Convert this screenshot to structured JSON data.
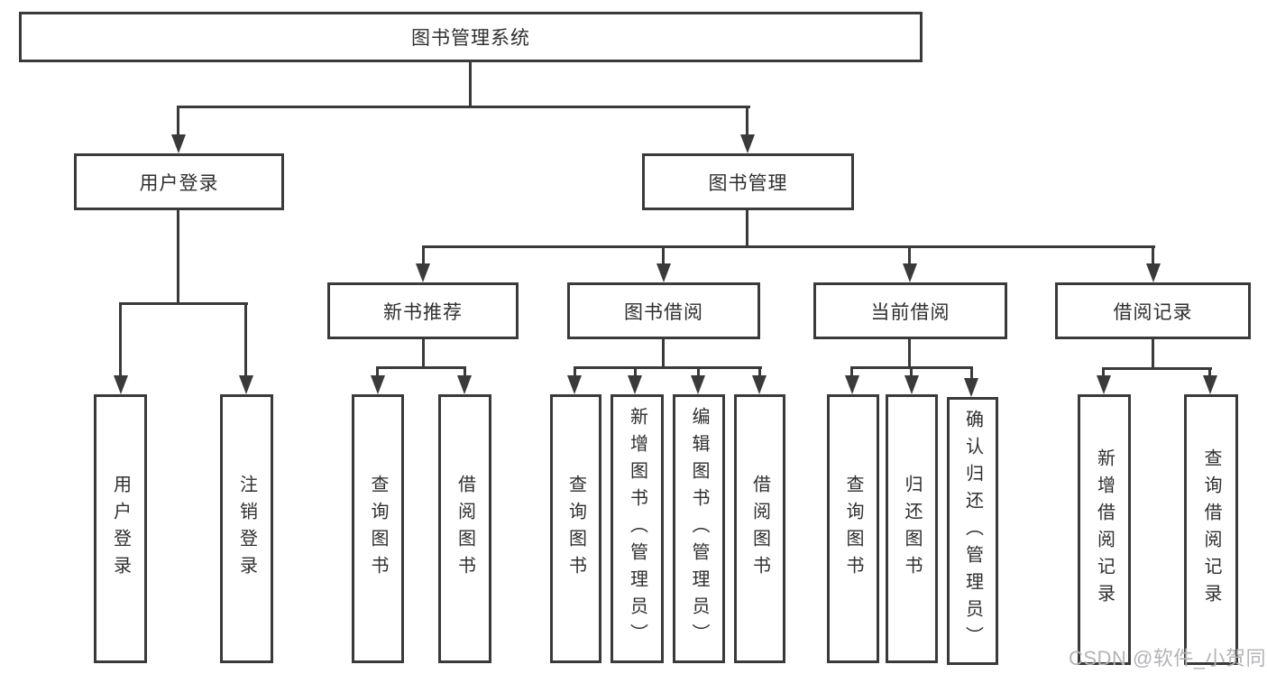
{
  "colors": {
    "line": "#3a3a3a",
    "text": "#2f2f2f",
    "background": "#ffffff",
    "watermark_text": "#b4b3b8"
  },
  "watermark": "CSDN @软件_小贺同学",
  "tree": {
    "root": {
      "label": "图书管理系统",
      "children": [
        {
          "label": "用户登录",
          "children": [
            {
              "label": "用户登录"
            },
            {
              "label": "注销登录"
            }
          ]
        },
        {
          "label": "图书管理",
          "children": [
            {
              "label": "新书推荐",
              "children": [
                {
                  "label": "查询图书"
                },
                {
                  "label": "借阅图书"
                }
              ]
            },
            {
              "label": "图书借阅",
              "children": [
                {
                  "label": "查询图书"
                },
                {
                  "label": "新增图书（管理员）"
                },
                {
                  "label": "编辑图书（管理员）"
                },
                {
                  "label": "借阅图书"
                }
              ]
            },
            {
              "label": "当前借阅",
              "children": [
                {
                  "label": "查询图书"
                },
                {
                  "label": "归还图书"
                },
                {
                  "label": "确认归还（管理员）"
                }
              ]
            },
            {
              "label": "借阅记录",
              "children": [
                {
                  "label": "新增借阅记录"
                },
                {
                  "label": "查询借阅记录"
                }
              ]
            }
          ]
        }
      ]
    }
  }
}
